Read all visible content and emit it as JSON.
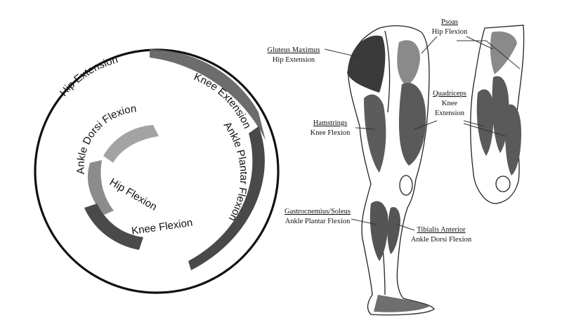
{
  "cycle_wheel": {
    "arc_labels": {
      "hip_extension": "Hip Extension",
      "knee_extension": "Knee Extension",
      "ankle_plantar_flexion": "Ankle Plantar Flexion",
      "ankle_dorsi_flexion": "Ankle Dorsi Flexion",
      "hip_flexion": "Hip Flexion",
      "knee_flexion": "Knee Flexion"
    },
    "colors": {
      "hip_extension": "#5f5f5f",
      "knee_extension": "#6b6b6b",
      "ankle_plantar_flexion": "#3f3f3f",
      "ankle_dorsi_flexion": "#a3a3a3",
      "hip_flexion": "#8c8c8c",
      "knee_flexion": "#4a4a4a"
    }
  },
  "muscles": {
    "psoas": {
      "name": "Psoas",
      "action": "Hip Flexion",
      "color": "#8a8a8a"
    },
    "gluteus_maximus": {
      "name": "Gluteus Maximus",
      "action": "Hip Extension",
      "color": "#3a3a3a"
    },
    "quadriceps": {
      "name": "Quadriceps",
      "action_line1": "Knee",
      "action_line2": "Extension",
      "color": "#5a5a5a"
    },
    "hamstrings": {
      "name": "Hamstrings",
      "action": "Knee Flexion",
      "color": "#5c5c5c"
    },
    "gastrocnemius_soleus": {
      "name": "Gastrocnemius/Soleus",
      "action": "Ankle Plantar Flexion",
      "color": "#555555"
    },
    "tibialis_anterior": {
      "name": "Tibialis Anterior",
      "action": "Ankle Dorsi Flexion",
      "color": "#555555"
    }
  }
}
